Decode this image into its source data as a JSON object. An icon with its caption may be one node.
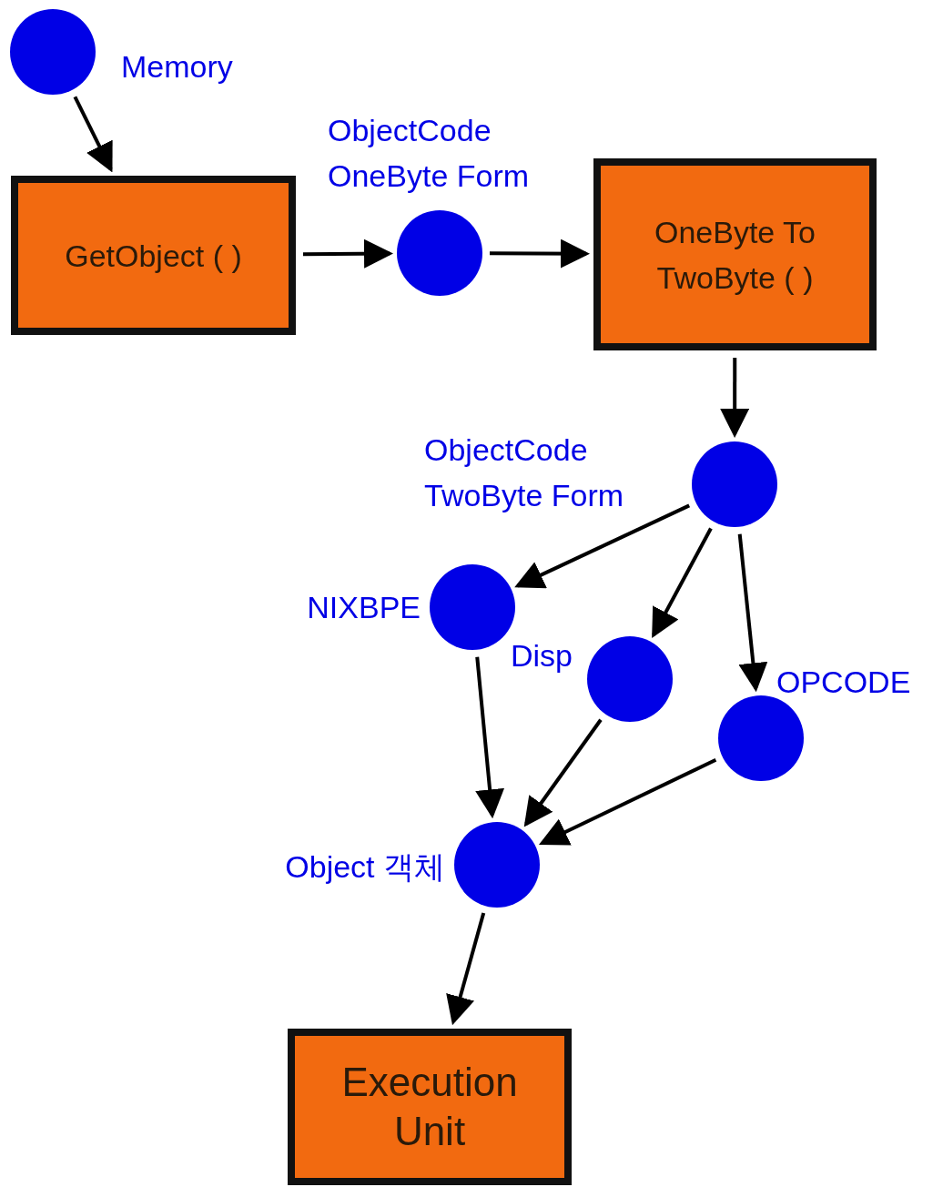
{
  "diagram": {
    "nodes": [
      {
        "text": [],
        "shape": "circle",
        "beside": [
          "Memory"
        ]
      },
      {
        "text": [
          "GetObject ( )"
        ]
      },
      {
        "text": [],
        "shape": "circle",
        "beside": [
          "ObjectCode OneByte Form"
        ]
      },
      {
        "text": [
          "OneByte To TwoByte ( )"
        ]
      },
      {
        "text": [],
        "shape": "circle",
        "beside": [
          "ObjectCode TwoByte Form"
        ]
      },
      {
        "text": [],
        "shape": "circle",
        "beside": [
          "NIXBPE"
        ]
      },
      {
        "text": [],
        "shape": "circle",
        "beside": [
          "Disp"
        ]
      },
      {
        "text": [],
        "shape": "circle",
        "beside": [
          "OPCODE"
        ]
      },
      {
        "text": [],
        "shape": "circle",
        "beside": [
          "Object 객체"
        ]
      },
      {
        "text": [
          "Execution Unit"
        ]
      }
    ],
    "edges": [
      {
        "from": 0,
        "to": 1,
        "arrow": "to"
      },
      {
        "from": 1,
        "to": 2,
        "arrow": "to"
      },
      {
        "from": 2,
        "to": 3,
        "arrow": "to"
      },
      {
        "from": 3,
        "to": 4,
        "arrow": "to"
      },
      {
        "from": 4,
        "to": 5,
        "arrow": "to"
      },
      {
        "from": 4,
        "to": 6,
        "arrow": "to"
      },
      {
        "from": 4,
        "to": 7,
        "arrow": "to"
      },
      {
        "from": 5,
        "to": 8,
        "arrow": "to"
      },
      {
        "from": 6,
        "to": 8,
        "arrow": "to"
      },
      {
        "from": 7,
        "to": 8,
        "arrow": "to"
      },
      {
        "from": 8,
        "to": 9,
        "arrow": "to"
      }
    ]
  }
}
